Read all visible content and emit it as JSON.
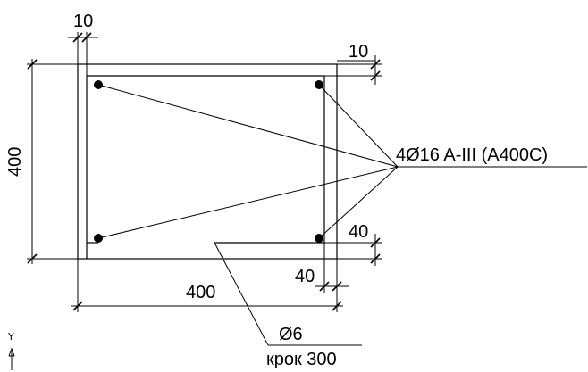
{
  "dimensions": {
    "cover_top": "10",
    "cover_right": "10",
    "height": "400",
    "width": "400",
    "rebar_offset_right": "40",
    "rebar_offset_bottom": "40"
  },
  "callouts": {
    "main_rebar": "4Ø16 A-III (A400C)",
    "stirrup_diameter": "Ø6",
    "stirrup_spacing": "крок 300"
  },
  "ucs": {
    "y_axis_label": "Y"
  }
}
